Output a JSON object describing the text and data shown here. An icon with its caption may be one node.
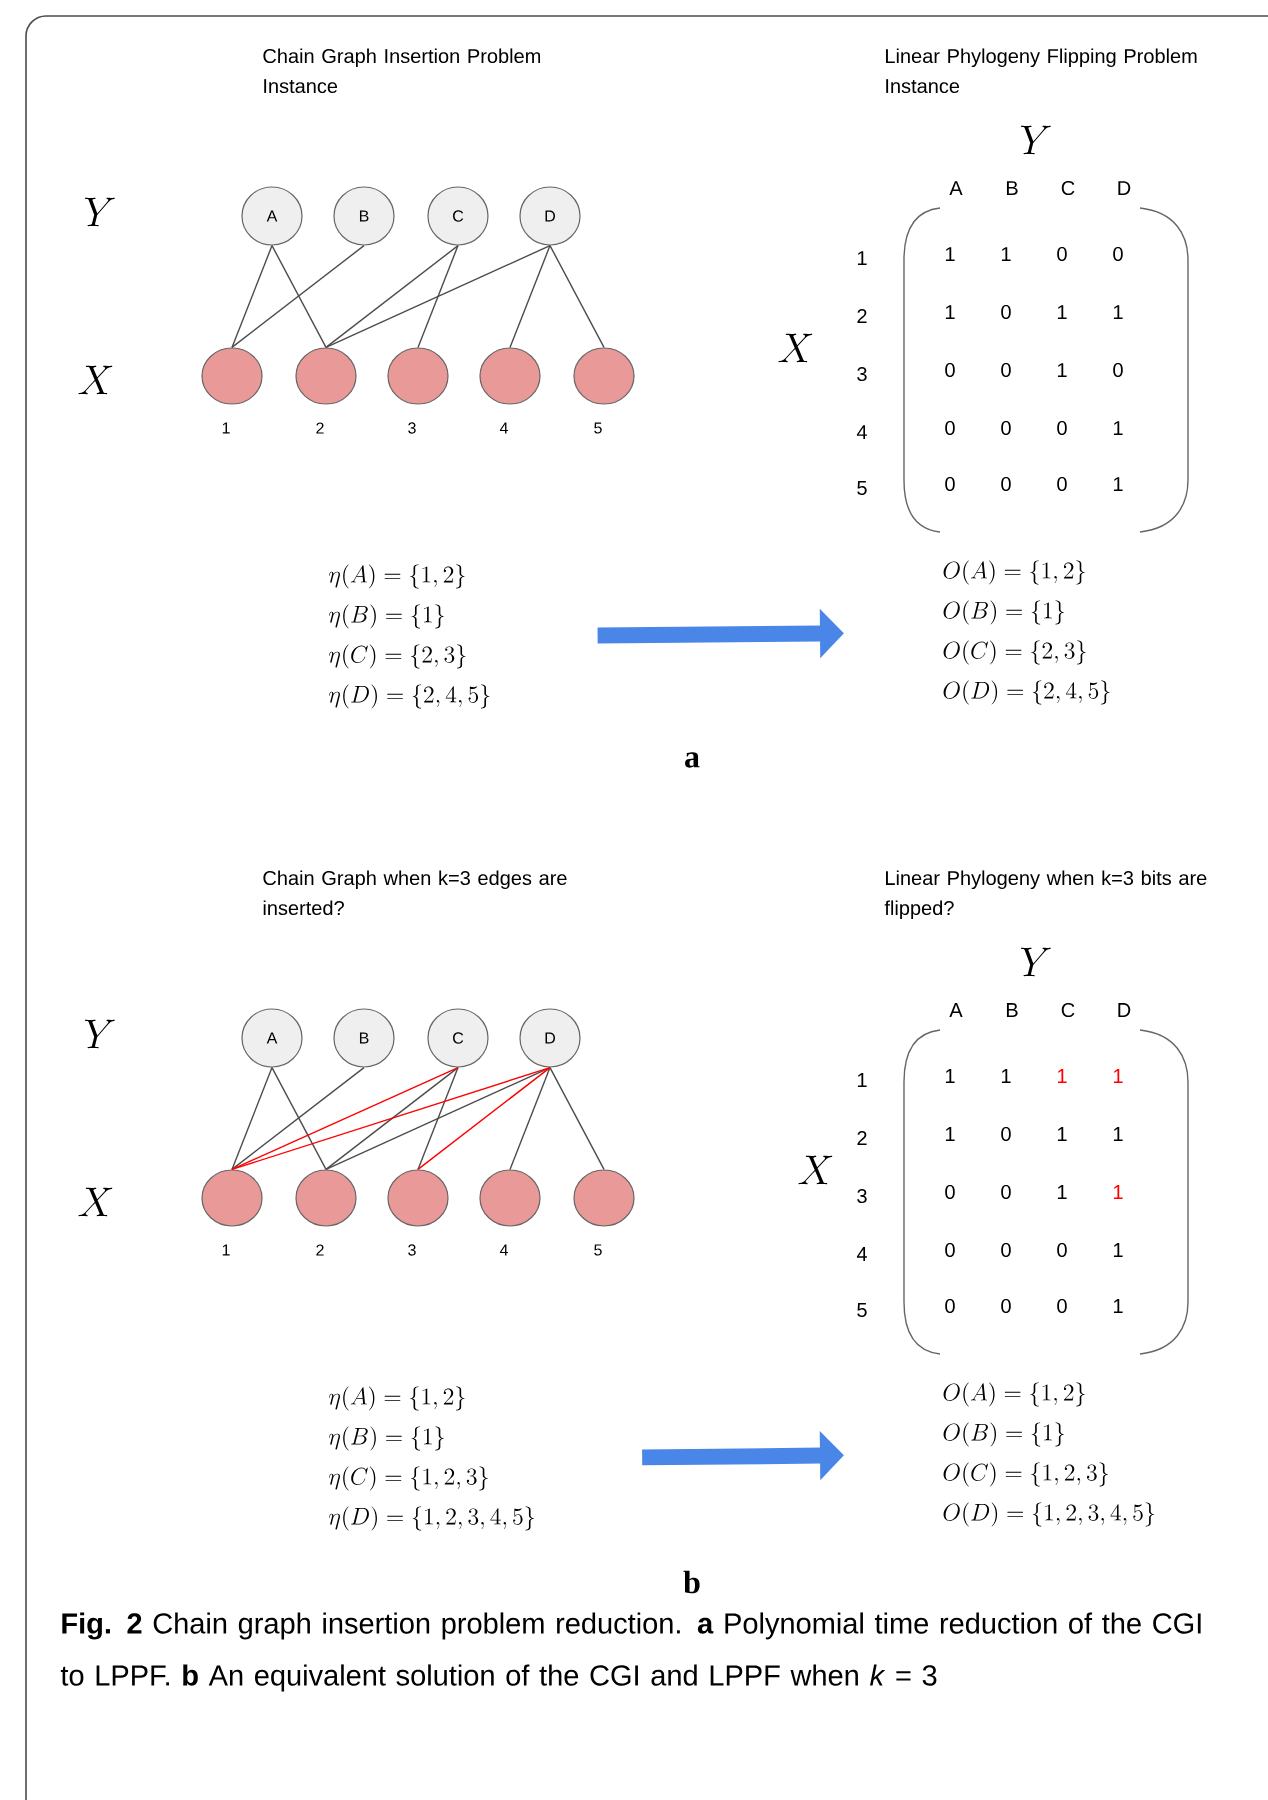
{
  "diagram": {
    "caption": "**Fig. 2** Chain graph insertion problem reduction. **a** Polynomial time reduction of the CGI to LPPF. **b** An equivalent solution of the CGI and LPPF when *k* = 3",
    "nodes": [
      {
        "text": [
          "A"
        ]
      },
      {
        "text": [
          "B"
        ]
      },
      {
        "text": [
          "C"
        ]
      },
      {
        "text": [
          "D"
        ]
      },
      {
        "text": [],
        "shape": "circle",
        "beside": [
          "1"
        ]
      },
      {
        "text": [],
        "shape": "circle",
        "beside": [
          "2"
        ]
      },
      {
        "text": [],
        "shape": "circle",
        "beside": [
          "3"
        ]
      },
      {
        "text": [],
        "shape": "circle",
        "beside": [
          "4"
        ]
      },
      {
        "text": [],
        "shape": "circle",
        "beside": [
          "5"
        ]
      },
      {
        "text": [
          "\\eta(A) = \\{1, 2\\}",
          "\\eta(B) = \\{1\\}",
          "\\eta(C) = \\{2, 3\\}",
          "\\eta(D) = \\{2, 4, 5\\}"
        ]
      },
      {
        "text": [
          "O(A) = \\{1, 2\\}",
          "O(B) = \\{1\\}",
          "O(C) = \\{2, 3\\}",
          "O(D) = \\{2, 4, 5\\}"
        ]
      },
      {
        "text": [
          "A"
        ]
      },
      {
        "text": [
          "B"
        ]
      },
      {
        "text": [
          "C"
        ]
      },
      {
        "text": [
          "D"
        ]
      },
      {
        "text": [],
        "shape": "circle",
        "beside": [
          "1"
        ]
      },
      {
        "text": [],
        "shape": "circle",
        "beside": [
          "2"
        ]
      },
      {
        "text": [],
        "shape": "circle",
        "beside": [
          "3"
        ]
      },
      {
        "text": [],
        "shape": "circle",
        "beside": [
          "4"
        ]
      },
      {
        "text": [],
        "shape": "circle",
        "beside": [
          "5"
        ]
      },
      {
        "text": [
          "\\eta(A) = \\{1, 2\\}",
          "\\eta(B) = \\{1\\}",
          "\\eta(C) = \\{1, 2, 3\\}",
          "\\eta(D) = \\{1, 2, 3, 4, 5\\}"
        ]
      },
      {
        "text": [
          "O(A) = \\{1, 2\\}",
          "O(B) = \\{1\\}",
          "O(C) = \\{1, 2, 3\\}",
          "O(D) = \\{1, 2, 3, 4, 5\\}"
        ]
      }
    ],
    "edges": [
      {
        "from": 0,
        "to": 4,
        "arrow": "none"
      },
      {
        "from": 0,
        "to": 5,
        "arrow": "none"
      },
      {
        "from": 1,
        "to": 4,
        "arrow": "none"
      },
      {
        "from": 2,
        "to": 5,
        "arrow": "none"
      },
      {
        "from": 2,
        "to": 6,
        "arrow": "none"
      },
      {
        "from": 3,
        "to": 5,
        "arrow": "none"
      },
      {
        "from": 3,
        "to": 7,
        "arrow": "none"
      },
      {
        "from": 3,
        "to": 8,
        "arrow": "none"
      },
      {
        "from": 9,
        "to": 10,
        "arrow": "to",
        "style": "thick",
        "color": "#4a86e8"
      },
      {
        "from": 11,
        "to": 15,
        "arrow": "none"
      },
      {
        "from": 11,
        "to": 16,
        "arrow": "none"
      },
      {
        "from": 12,
        "to": 15,
        "arrow": "none"
      },
      {
        "from": 13,
        "to": 16,
        "arrow": "none"
      },
      {
        "from": 13,
        "to": 17,
        "arrow": "none"
      },
      {
        "from": 14,
        "to": 16,
        "arrow": "none"
      },
      {
        "from": 14,
        "to": 18,
        "arrow": "none"
      },
      {
        "from": 14,
        "to": 19,
        "arrow": "none"
      },
      {
        "from": 13,
        "to": 15,
        "arrow": "none",
        "color": "#ff0000"
      },
      {
        "from": 14,
        "to": 15,
        "arrow": "none",
        "color": "#ff0000"
      },
      {
        "from": 14,
        "to": 17,
        "arrow": "none",
        "color": "#ff0000"
      },
      {
        "from": 20,
        "to": 21,
        "arrow": "to",
        "style": "thick",
        "color": "#4a86e8"
      }
    ],
    "labels": [
      "Chain Graph Insertion Problem Instance",
      "Linear Phylogeny Flipping Problem Instance",
      "Y",
      "Y",
      "A",
      "B",
      "C",
      "D",
      "X",
      "X",
      "1",
      "1",
      "1",
      "0",
      "0",
      "2",
      "1",
      "0",
      "1",
      "1",
      "3",
      "0",
      "0",
      "1",
      "0",
      "4",
      "0",
      "0",
      "0",
      "1",
      "5",
      "0",
      "0",
      "0",
      "1",
      "a",
      "Chain Graph when k=3 edges are inserted?",
      "Linear Phylogeny when k=3 bits are flipped?",
      "Y",
      "Y",
      "A",
      "B",
      "C",
      "D",
      "X",
      "X",
      "1",
      "1",
      "1",
      "1",
      "1",
      "2",
      "1",
      "0",
      "1",
      "1",
      "3",
      "0",
      "0",
      "1",
      "1",
      "4",
      "0",
      "0",
      "0",
      "1",
      "5",
      "0",
      "0",
      "0",
      "1",
      "b"
    ]
  }
}
